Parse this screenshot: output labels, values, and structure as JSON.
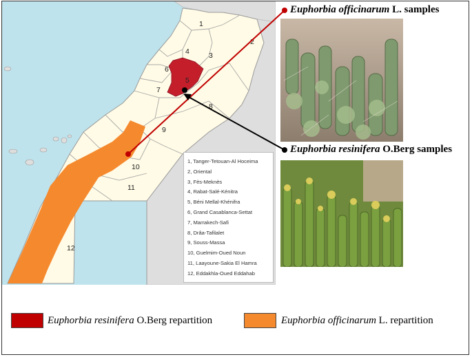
{
  "map": {
    "regions": [
      {
        "num": "1"
      },
      {
        "num": "2"
      },
      {
        "num": "3"
      },
      {
        "num": "4"
      },
      {
        "num": "5"
      },
      {
        "num": "6"
      },
      {
        "num": "7"
      },
      {
        "num": "8"
      },
      {
        "num": "9"
      },
      {
        "num": "10"
      },
      {
        "num": "11"
      },
      {
        "num": "12"
      }
    ],
    "colors": {
      "sea": "#bfe3ec",
      "land": "#fffbe6",
      "neighbor": "#dedede",
      "resinifera": "#c41e2b",
      "officinarum": "#f5892e",
      "border": "#9a9a9a"
    }
  },
  "region_legend": [
    "1, Tanger-Tetouan-Al Hoceima",
    "2, Oriental",
    "3, Fès-Meknès",
    "4, Rabat-Salé-Kénitra",
    "5, Béni Mellal-Khénifra",
    "6, Grand Casablanca-Settat",
    "7, Marrakech-Safi",
    "8, Drâa-Tafilalet",
    "9, Souss-Massa",
    "10, Guelmim-Oued Noun",
    "11, Laayoune-Sakia El Hamra",
    "12, Eddakhla-Oued Eddahab"
  ],
  "samples": {
    "officinarum": {
      "species": "Euphorbia officinarum",
      "suffix": " L. samples"
    },
    "resinifera": {
      "species": "Euphorbia resinifera",
      "suffix": " O.Berg samples"
    }
  },
  "legend": {
    "resinifera": {
      "species": "Euphorbia resinifera",
      "suffix": " O.Berg repartition",
      "color": "#c00000"
    },
    "officinarum": {
      "species": "Euphorbia officinarum",
      "suffix": " L. repartition",
      "color": "#f5892e"
    }
  }
}
